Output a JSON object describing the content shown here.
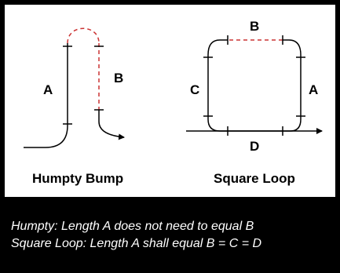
{
  "humpty": {
    "title": "Humpty Bump",
    "label_a": "A",
    "label_b": "B"
  },
  "square": {
    "title": "Square Loop",
    "label_a": "A",
    "label_b": "B",
    "label_c": "C",
    "label_d": "D"
  },
  "notes": {
    "line1": "Humpty: Length A does not need to equal B",
    "line2": "Square Loop: Length A shall equal B = C = D"
  },
  "colors": {
    "line": "#000000",
    "dashed": "#cc3333",
    "footer_bg": "#000000",
    "footer_text": "#ffffff"
  }
}
